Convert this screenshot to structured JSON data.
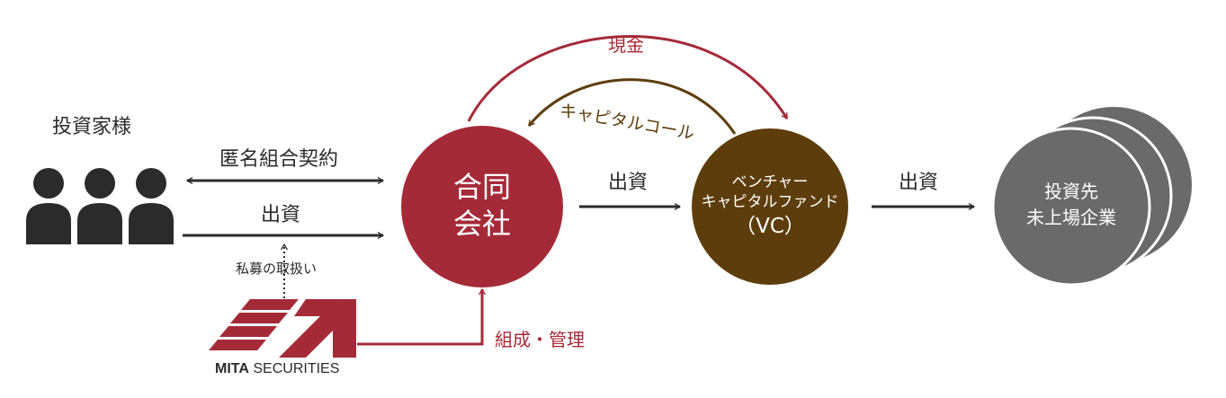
{
  "investors": {
    "label": "投資家様"
  },
  "contract": {
    "label": "匿名組合契約"
  },
  "invest_left": {
    "label": "出資"
  },
  "private_placement": {
    "label": "私募の取扱い"
  },
  "godo_kaisha": {
    "line1": "合同",
    "line2": "会社"
  },
  "invest_mid": {
    "label": "出資"
  },
  "vc": {
    "line1": "ベンチャー",
    "line2": "キャピタルファンド",
    "line3": "（VC）"
  },
  "invest_right": {
    "label": "出資"
  },
  "portfolio": {
    "line1": "投資先",
    "line2": "未上場企業"
  },
  "cash": {
    "label": "現金"
  },
  "capital_call": {
    "label": "キャピタルコール"
  },
  "management": {
    "label": "組成・管理"
  },
  "logo": {
    "text_bold": "MITA",
    "text_rest": " SECURITIES"
  },
  "colors": {
    "maroon": "#a52a38",
    "brown": "#5e3d0c",
    "gray": "#6a6a6a",
    "dark": "#2b2b2b"
  }
}
